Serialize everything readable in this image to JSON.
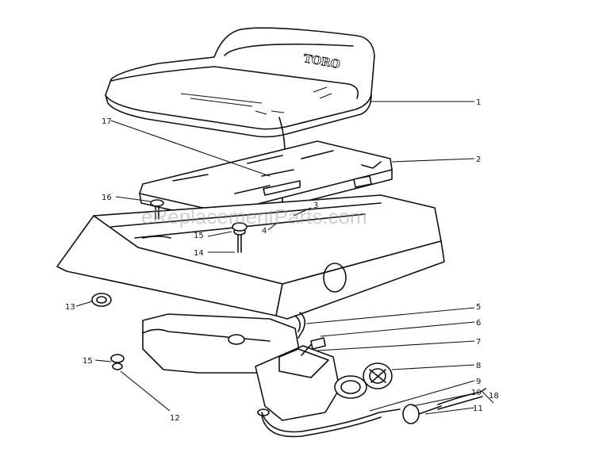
{
  "brand": "TORO",
  "watermark": "eReplacementParts.com",
  "callouts": [
    {
      "id": "c1",
      "label": "1"
    },
    {
      "id": "c2",
      "label": "2"
    },
    {
      "id": "c3",
      "label": "3"
    },
    {
      "id": "c4",
      "label": "4"
    },
    {
      "id": "c5",
      "label": "5"
    },
    {
      "id": "c6",
      "label": "6"
    },
    {
      "id": "c7",
      "label": "7"
    },
    {
      "id": "c8",
      "label": "8"
    },
    {
      "id": "c9",
      "label": "9"
    },
    {
      "id": "c10",
      "label": "10"
    },
    {
      "id": "c11",
      "label": "11"
    },
    {
      "id": "c12",
      "label": "12"
    },
    {
      "id": "c13",
      "label": "13"
    },
    {
      "id": "c14",
      "label": "14"
    },
    {
      "id": "c15a",
      "label": "15"
    },
    {
      "id": "c15b",
      "label": "15"
    },
    {
      "id": "c16",
      "label": "16"
    },
    {
      "id": "c17",
      "label": "17"
    },
    {
      "id": "c18",
      "label": "18"
    }
  ]
}
